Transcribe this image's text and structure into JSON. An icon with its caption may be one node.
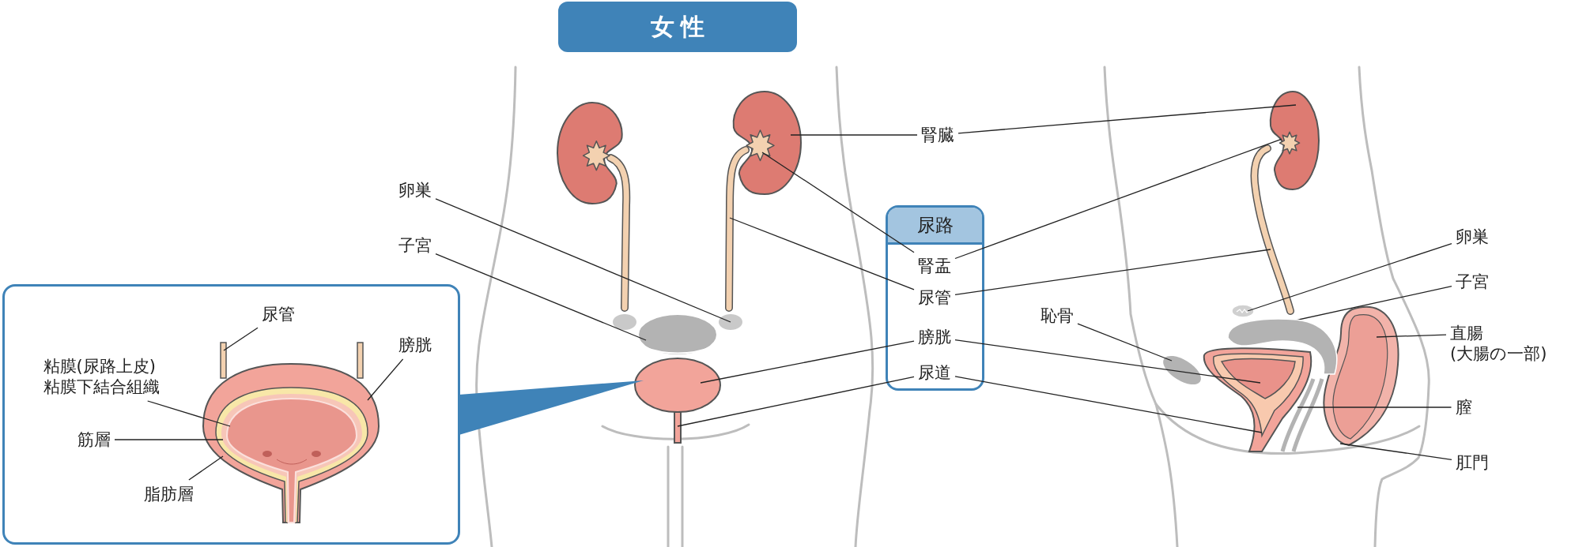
{
  "diagram": {
    "title": "女性",
    "nodes": [
      {
        "text": [
          "腎臓"
        ]
      },
      {
        "text": [
          "尿路"
        ]
      },
      {
        "text": [
          "腎盂"
        ],
        "in": 1
      },
      {
        "text": [
          "尿管"
        ],
        "in": 1
      },
      {
        "text": [
          "膀胱"
        ],
        "in": 1
      },
      {
        "text": [
          "尿道"
        ],
        "in": 1
      },
      {
        "text": [
          "卵巣"
        ]
      },
      {
        "text": [
          "子宮"
        ]
      },
      {
        "text": [],
        "shape": "box"
      },
      {
        "text": [
          "尿管"
        ],
        "in": 8
      },
      {
        "text": [
          "膀胱"
        ],
        "in": 8
      },
      {
        "text": [
          "粘膜(尿路上皮)",
          "粘膜下結合組織"
        ],
        "in": 8
      },
      {
        "text": [
          "筋層"
        ],
        "in": 8
      },
      {
        "text": [
          "脂肪層"
        ],
        "in": 8
      },
      {
        "text": [
          "卵巣"
        ]
      },
      {
        "text": [
          "子宮"
        ]
      },
      {
        "text": [
          "恥骨"
        ]
      },
      {
        "text": [
          "直腸",
          "(大腸の一部)"
        ]
      },
      {
        "text": [
          "膣"
        ]
      },
      {
        "text": [
          "肛門"
        ]
      },
      {
        "text": [],
        "shape": "picture"
      },
      {
        "text": [],
        "shape": "picture"
      },
      {
        "text": [],
        "shape": "picture"
      },
      {
        "text": [],
        "shape": "picture"
      },
      {
        "text": [],
        "shape": "picture",
        "in": 23
      },
      {
        "text": [],
        "shape": "picture"
      },
      {
        "text": [],
        "shape": "picture"
      },
      {
        "text": [],
        "shape": "circle"
      },
      {
        "text": [],
        "shape": "box"
      },
      {
        "text": [],
        "shape": "picture"
      },
      {
        "text": [],
        "shape": "picture"
      },
      {
        "text": [],
        "shape": "picture",
        "in": 30
      },
      {
        "text": [],
        "shape": "picture"
      },
      {
        "text": [],
        "shape": "picture"
      },
      {
        "text": [],
        "shape": "picture"
      },
      {
        "text": [],
        "shape": "circle"
      },
      {
        "text": [],
        "shape": "picture"
      },
      {
        "text": [],
        "shape": "picture"
      },
      {
        "text": [],
        "shape": "picture",
        "in": 8
      },
      {
        "text": [],
        "shape": "picture",
        "in": 8
      },
      {
        "text": [],
        "shape": "picture",
        "in": 39
      },
      {
        "text": [],
        "shape": "picture",
        "in": 40
      }
    ],
    "edges": [
      {
        "from": 0,
        "to": 23,
        "arrow": "none"
      },
      {
        "from": 0,
        "to": 30,
        "arrow": "none"
      },
      {
        "from": 2,
        "to": 24,
        "arrow": "none"
      },
      {
        "from": 2,
        "to": 31,
        "arrow": "none"
      },
      {
        "from": 3,
        "to": 21,
        "arrow": "none"
      },
      {
        "from": 3,
        "to": 29,
        "arrow": "none"
      },
      {
        "from": 4,
        "to": 27,
        "arrow": "none"
      },
      {
        "from": 4,
        "to": 36,
        "arrow": "none"
      },
      {
        "from": 5,
        "to": 28,
        "arrow": "none"
      },
      {
        "from": 5,
        "to": 36,
        "arrow": "none"
      },
      {
        "from": 6,
        "to": 25,
        "arrow": "none"
      },
      {
        "from": 7,
        "to": 26,
        "arrow": "none"
      },
      {
        "from": 8,
        "to": 27,
        "arrow": "to",
        "style": "thick",
        "color": "#3f83b8"
      },
      {
        "from": 9,
        "to": 38,
        "arrow": "none"
      },
      {
        "from": 10,
        "to": 39,
        "arrow": "none"
      },
      {
        "from": 11,
        "to": 41,
        "arrow": "none"
      },
      {
        "from": 12,
        "to": 40,
        "arrow": "none"
      },
      {
        "from": 13,
        "to": 39,
        "arrow": "none"
      },
      {
        "from": 14,
        "to": 32,
        "arrow": "none"
      },
      {
        "from": 15,
        "to": 33,
        "arrow": "none"
      },
      {
        "from": 16,
        "to": 35,
        "arrow": "none"
      },
      {
        "from": 17,
        "to": 37,
        "arrow": "none"
      },
      {
        "from": 18,
        "to": 34,
        "arrow": "none"
      },
      {
        "from": 19,
        "to": 37,
        "arrow": "none"
      }
    ]
  }
}
